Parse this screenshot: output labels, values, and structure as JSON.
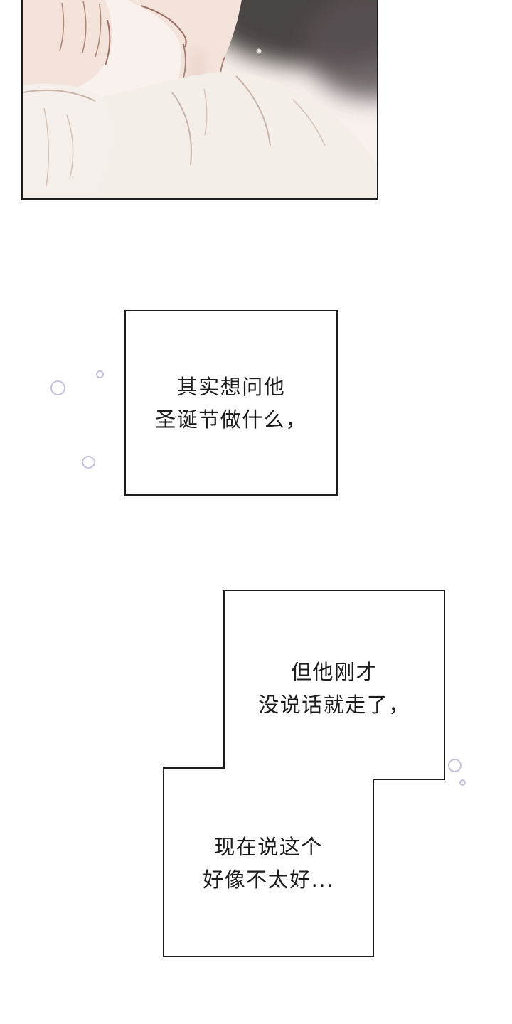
{
  "page": {
    "background": "#ffffff",
    "box_border_color": "#1c1c1c",
    "bubble_outline_color": "#c6c1de",
    "text_color": "#1b1b1b"
  },
  "illustration": {
    "name": "comic-illustration",
    "description": "close-up of a person's chin, neck and shoulder in a light shirt, hand raised at left, dark blurred background at top right",
    "colors": {
      "panel_bg": "#f8f1ee",
      "dark_backdrop": "#4a4442",
      "skin": "#f3e3db",
      "shirt": "#f4eee9",
      "line_art": "#9a7164"
    }
  },
  "captions": [
    {
      "id": "caption-1",
      "lines": [
        "其实想问他",
        "圣诞节做什么，"
      ]
    },
    {
      "id": "caption-2",
      "lines": [
        "但他刚才",
        "没说话就走了，"
      ]
    },
    {
      "id": "caption-3",
      "lines": [
        "现在说这个",
        "好像不太好..."
      ]
    }
  ]
}
